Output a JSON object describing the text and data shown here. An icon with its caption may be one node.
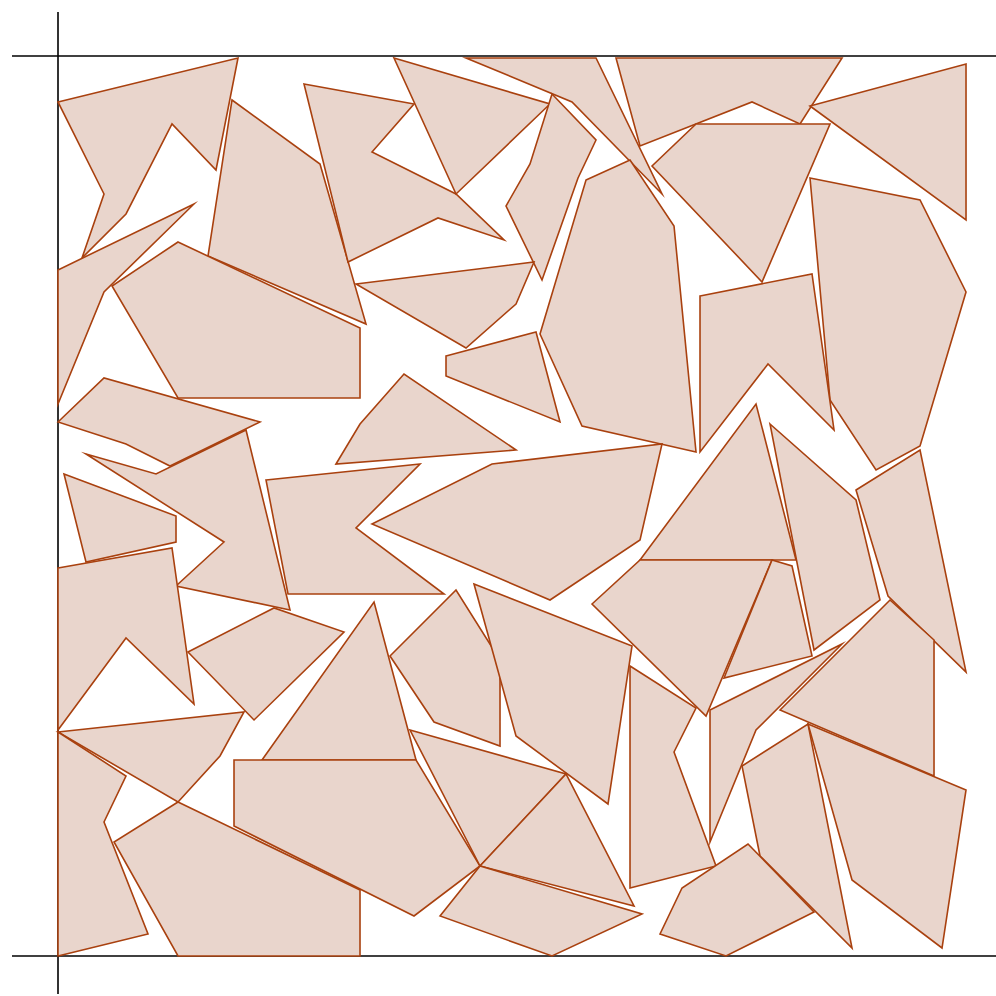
{
  "diagram": {
    "nodes": [
      {
        "text": [],
        "shape": "polygon"
      },
      {
        "text": [],
        "shape": "polygon"
      },
      {
        "text": [],
        "shape": "polygon"
      },
      {
        "text": [],
        "shape": "polygon"
      },
      {
        "text": [],
        "shape": "polygon"
      },
      {
        "text": [],
        "shape": "polygon"
      },
      {
        "text": [],
        "shape": "polygon"
      },
      {
        "text": [],
        "shape": "polygon"
      },
      {
        "text": [],
        "shape": "polygon"
      },
      {
        "text": [],
        "shape": "polygon"
      },
      {
        "text": [],
        "shape": "polygon"
      },
      {
        "text": [],
        "shape": "polygon"
      },
      {
        "text": [],
        "shape": "polygon"
      },
      {
        "text": [],
        "shape": "polygon"
      },
      {
        "text": [],
        "shape": "polygon"
      },
      {
        "text": [],
        "shape": "polygon"
      },
      {
        "text": [],
        "shape": "polygon"
      },
      {
        "text": [],
        "shape": "polygon"
      },
      {
        "text": [],
        "shape": "polygon"
      },
      {
        "text": [],
        "shape": "polygon"
      },
      {
        "text": [],
        "shape": "polygon"
      },
      {
        "text": [],
        "shape": "polygon"
      },
      {
        "text": [],
        "shape": "polygon"
      },
      {
        "text": [],
        "shape": "polygon"
      },
      {
        "text": [],
        "shape": "polygon"
      },
      {
        "text": [],
        "shape": "polygon"
      },
      {
        "text": [],
        "shape": "polygon"
      },
      {
        "text": [],
        "shape": "polygon"
      },
      {
        "text": [],
        "shape": "polygon"
      },
      {
        "text": [],
        "shape": "polygon"
      },
      {
        "text": [],
        "shape": "polygon"
      },
      {
        "text": [],
        "shape": "polygon"
      },
      {
        "text": [],
        "shape": "polygon"
      },
      {
        "text": [],
        "shape": "polygon"
      },
      {
        "text": [],
        "shape": "polygon"
      },
      {
        "text": [],
        "shape": "polygon"
      },
      {
        "text": [],
        "shape": "polygon"
      },
      {
        "text": [],
        "shape": "polygon"
      },
      {
        "text": [],
        "shape": "polygon"
      },
      {
        "text": [],
        "shape": "polygon"
      },
      {
        "text": [],
        "shape": "polygon"
      },
      {
        "text": [],
        "shape": "polygon"
      },
      {
        "text": [],
        "shape": "polygon"
      },
      {
        "text": [],
        "shape": "polygon"
      },
      {
        "text": [],
        "shape": "polygon"
      }
    ]
  }
}
